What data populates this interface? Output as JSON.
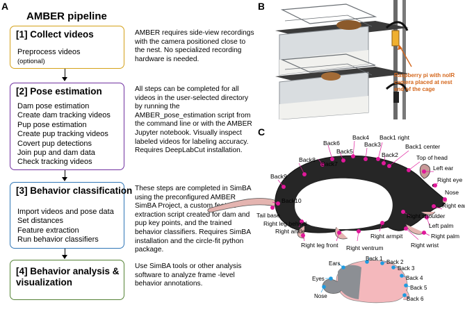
{
  "panels": {
    "a": "A",
    "b": "B",
    "c": "C"
  },
  "pipeline": {
    "title": "AMBER pipeline",
    "steps": [
      {
        "title": "[1] Collect videos",
        "items": [
          "Preprocess videos",
          "(optional)"
        ],
        "description": "AMBER requires side-view recordings with the camera positioned close to the nest. No specialized recording hardware is needed.",
        "color": "#d4a017"
      },
      {
        "title": "[2] Pose estimation",
        "items": [
          "Dam pose estimation",
          "Create dam tracking videos",
          "Pup pose estimation",
          "Create pup tracking videos",
          "Covert pup detections",
          "Join pup and dam data",
          "Check tracking videos"
        ],
        "description": "All steps  can be completed for all videos in the user-selected directory by running the AMBER_pose_estimation script from the command line or with the AMBER Jupyter notebook. Visually inspect labeled videos for labeling accuracy. Requires DeepLabCut installation.",
        "color": "#7030a0"
      },
      {
        "title": "[3] Behavior classification",
        "items": [
          "Import videos and pose data",
          "Set distances",
          "Feature extraction",
          "Run behavior classifiers"
        ],
        "description": "These steps are completed in SimBA using the preconfigured AMBER SimBA Project, a custom feature extraction script created for dam and pup key points, and the trained behavior classifiers. Requires SimBA installation and the circle-fit python package.",
        "color": "#2e75b6"
      },
      {
        "title": "[4] Behavior analysis & visualization",
        "items": [],
        "description": "Use SimBA tools or other analysis software to analyze frame -level behavior annotations.",
        "color": "#548235"
      }
    ]
  },
  "camera_label": "Raspberry pi with noIR camera placed at nest end of the cage",
  "dam_keypoints": [
    "Back4",
    "Back1 right",
    "Back6",
    "Back3",
    "Back1 center",
    "Back5",
    "Back2",
    "Top of head",
    "Back8",
    "Back7",
    "Left ear",
    "Right eye",
    "Back9",
    "Nose",
    "Back10",
    "Right ear",
    "Right shoulder",
    "Tail base",
    "Left palm",
    "Right leg behind",
    "Right palm",
    "Right ankle",
    "Right armpit",
    "Right wrist",
    "Right leg front",
    "Right ventrum"
  ],
  "pup_keypoints": [
    "Ears",
    "Back 1",
    "Back 2",
    "Back 3",
    "Eyes",
    "Back 4",
    "Nose",
    "Back 5",
    "Back 6"
  ],
  "colors": {
    "dam_keypoint": "#e0189a",
    "pup_keypoint": "#1e9be0",
    "camera_label": "#d4661b"
  }
}
